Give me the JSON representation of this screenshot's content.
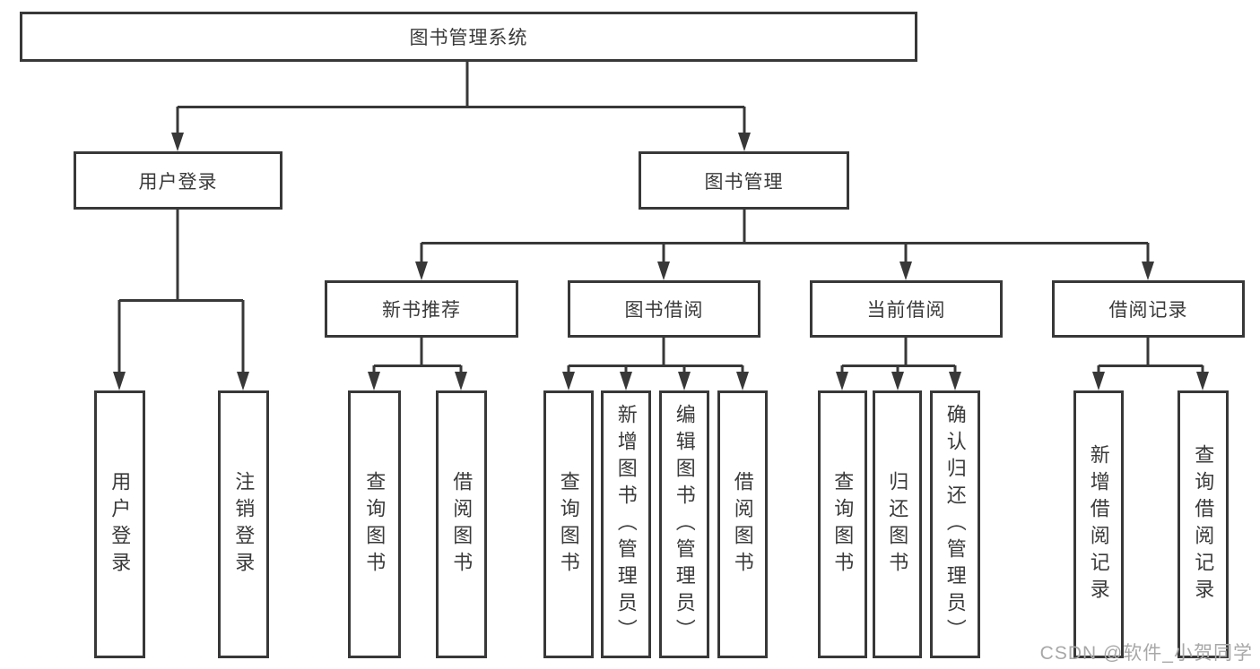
{
  "colors": {
    "line": "#383838",
    "box_border": "#383838",
    "text": "#3a3a3a",
    "watermark": "#a8a8a8",
    "background": "#ffffff"
  },
  "diagram": {
    "root": {
      "label": "图书管理系统"
    },
    "user_login": {
      "label": "用户登录",
      "children": [
        "用户登录",
        "注销登录"
      ]
    },
    "book_management": {
      "label": "图书管理"
    },
    "sections": [
      {
        "label": "新书推荐",
        "children": [
          "查询图书",
          "借阅图书"
        ]
      },
      {
        "label": "图书借阅",
        "children": [
          "查询图书",
          "新增图书（管理员）",
          "编辑图书（管理员）",
          "借阅图书"
        ]
      },
      {
        "label": "当前借阅",
        "children": [
          "查询图书",
          "归还图书",
          "确认归还（管理员）"
        ]
      },
      {
        "label": "借阅记录",
        "children": [
          "新增借阅记录",
          "查询借阅记录"
        ]
      }
    ],
    "watermark": "CSDN @软件_小贺同学"
  }
}
